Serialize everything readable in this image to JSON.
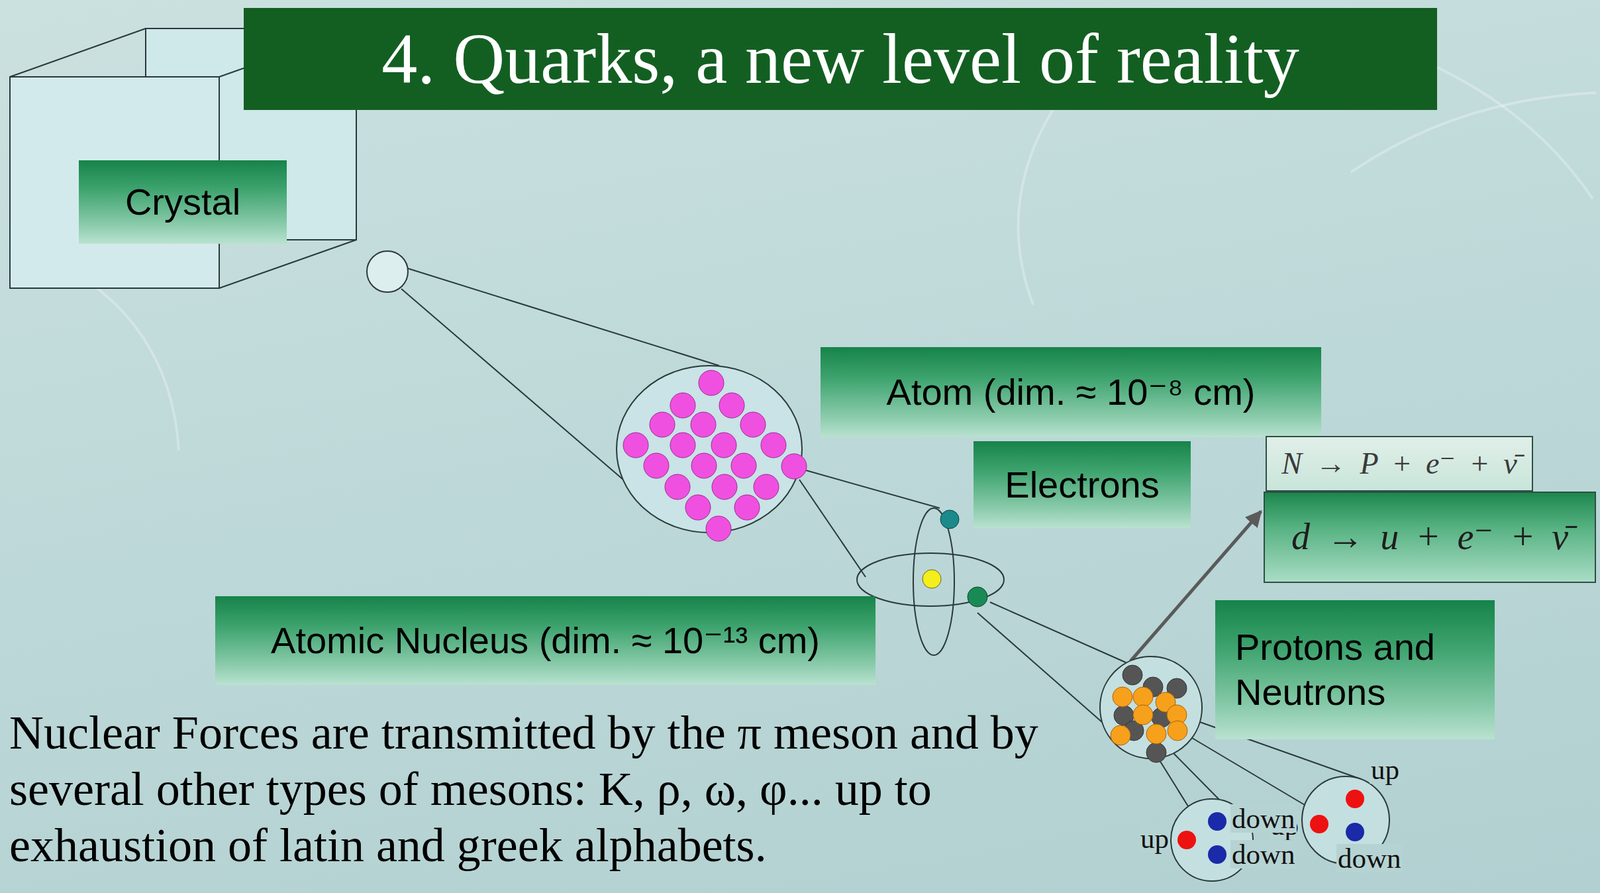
{
  "diagram": {
    "title": "4. Quarks, a new level of reality",
    "nodes": [
      {
        "text": [
          "Crystal"
        ]
      },
      {
        "text": [
          "Atom (dim. ≈ 10⁻⁸ cm)"
        ]
      },
      {
        "text": [
          "Electrons"
        ]
      },
      {
        "text": [
          "N → P + e⁻ + ν̄"
        ]
      },
      {
        "text": [
          "d → u + e⁻ + ν̄"
        ]
      },
      {
        "text": [
          "Atomic Nucleus (dim. ≈ 10⁻¹³ cm)"
        ]
      },
      {
        "text": [
          "Protons and Neutrons"
        ]
      }
    ],
    "labels": [
      "Nuclear Forces are transmitted by the π meson and by several other types of mesons: K, ρ, ω, φ... up to exhaustion of latin and greek alphabets.",
      "up",
      "up",
      "down",
      "up",
      "down",
      "down"
    ]
  }
}
